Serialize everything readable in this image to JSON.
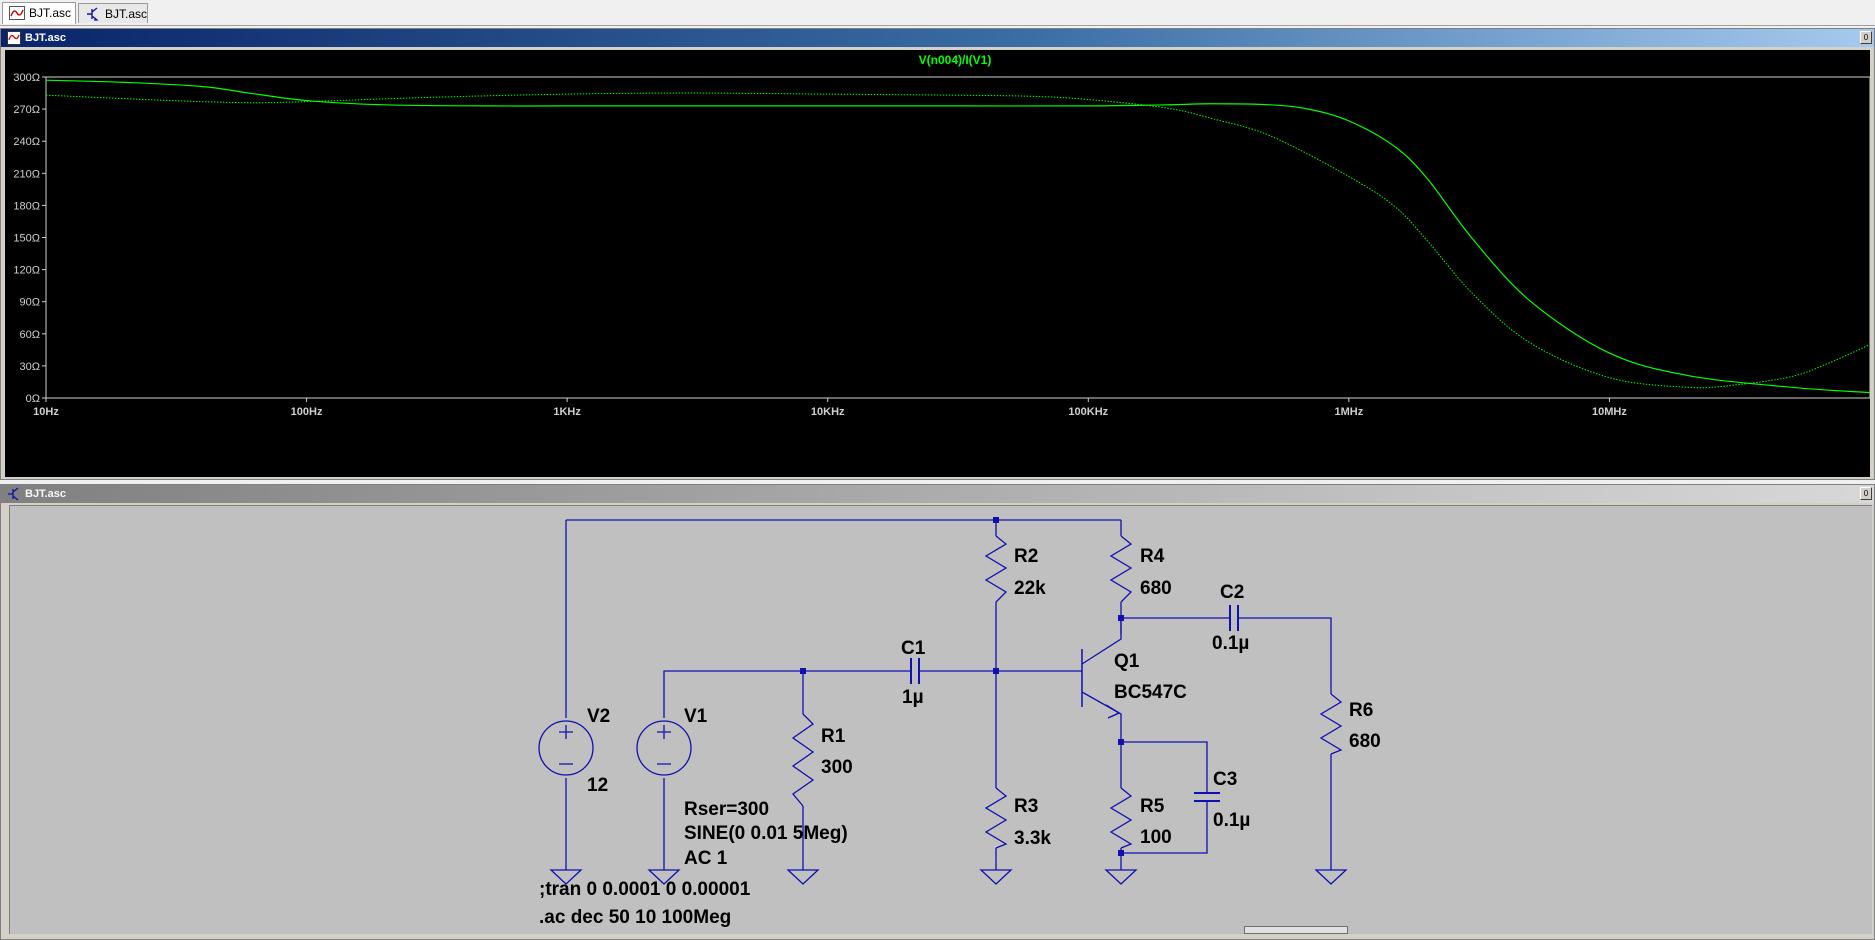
{
  "tabs": [
    {
      "label": "BJT.asc",
      "icon": "waveform-icon",
      "active": true
    },
    {
      "label": "BJT.asc",
      "icon": "schematic-icon",
      "active": false
    }
  ],
  "plot_window": {
    "title": "BJT.asc",
    "restore_button": "0"
  },
  "chart_data": {
    "type": "line",
    "title": "V(n004)/I(V1)",
    "xscale": "log",
    "xlim": [
      10,
      100000000
    ],
    "ylim": [
      0,
      300
    ],
    "x_ticks": [
      {
        "value": 10,
        "label": "10Hz"
      },
      {
        "value": 100,
        "label": "100Hz"
      },
      {
        "value": 1000,
        "label": "1KHz"
      },
      {
        "value": 10000,
        "label": "10KHz"
      },
      {
        "value": 100000,
        "label": "100KHz"
      },
      {
        "value": 1000000,
        "label": "1MHz"
      },
      {
        "value": 10000000,
        "label": "10MHz"
      }
    ],
    "y_ticks": [
      {
        "value": 0,
        "label": "0Ω"
      },
      {
        "value": 30,
        "label": "30Ω"
      },
      {
        "value": 60,
        "label": "60Ω"
      },
      {
        "value": 90,
        "label": "90Ω"
      },
      {
        "value": 120,
        "label": "120Ω"
      },
      {
        "value": 150,
        "label": "150Ω"
      },
      {
        "value": 180,
        "label": "180Ω"
      },
      {
        "value": 210,
        "label": "210Ω"
      },
      {
        "value": 240,
        "label": "240Ω"
      },
      {
        "value": 270,
        "label": "270Ω"
      },
      {
        "value": 300,
        "label": "300Ω"
      }
    ],
    "grid": false,
    "trace_color": "#00ff00",
    "background": "#000000",
    "series": [
      {
        "style": "solid",
        "x": [
          10,
          20,
          40,
          60,
          100,
          200,
          500,
          1000,
          3000,
          10000,
          30000,
          100000,
          200000,
          300000,
          500000,
          700000,
          1000000,
          1500000,
          2000000,
          3000000,
          5000000,
          10000000,
          20000000,
          50000000,
          100000000
        ],
        "y": [
          297,
          295,
          291,
          285,
          278,
          274,
          273,
          273,
          273,
          273,
          273,
          273,
          274,
          275,
          274,
          270,
          259,
          235,
          205,
          148,
          90,
          42,
          21,
          10,
          5
        ]
      },
      {
        "style": "dotted",
        "x": [
          10,
          30,
          60,
          100,
          300,
          1000,
          3000,
          10000,
          30000,
          60000,
          100000,
          200000,
          300000,
          500000,
          1000000,
          1500000,
          2000000,
          3000000,
          5000000,
          10000000,
          20000000,
          30000000,
          50000000,
          70000000,
          100000000
        ],
        "y": [
          283,
          278,
          276,
          277,
          281,
          284,
          285,
          284,
          283,
          282,
          279,
          271,
          261,
          245,
          207,
          179,
          147,
          97,
          51,
          19,
          10,
          12,
          20,
          33,
          50
        ]
      }
    ]
  },
  "schematic_window": {
    "title": "BJT.asc",
    "restore_button": "0"
  },
  "schematic": {
    "wire_color": "#1010b0",
    "components": [
      {
        "ref": "V2",
        "value": "12"
      },
      {
        "ref": "V1",
        "value": ""
      },
      {
        "ref": "R1",
        "value": "300"
      },
      {
        "ref": "C1",
        "value": "1µ"
      },
      {
        "ref": "R2",
        "value": "22k"
      },
      {
        "ref": "R3",
        "value": "3.3k"
      },
      {
        "ref": "R4",
        "value": "680"
      },
      {
        "ref": "Q1",
        "value": "BC547C"
      },
      {
        "ref": "R5",
        "value": "100"
      },
      {
        "ref": "C3",
        "value": "0.1µ"
      },
      {
        "ref": "C2",
        "value": "0.1µ"
      },
      {
        "ref": "R6",
        "value": "680"
      }
    ],
    "v1_params": [
      "Rser=300",
      "SINE(0 0.01 5Meg)",
      "AC 1"
    ],
    "directives": [
      ";tran 0 0.0001 0 0.00001",
      ".ac dec 50 10 100Meg"
    ]
  }
}
